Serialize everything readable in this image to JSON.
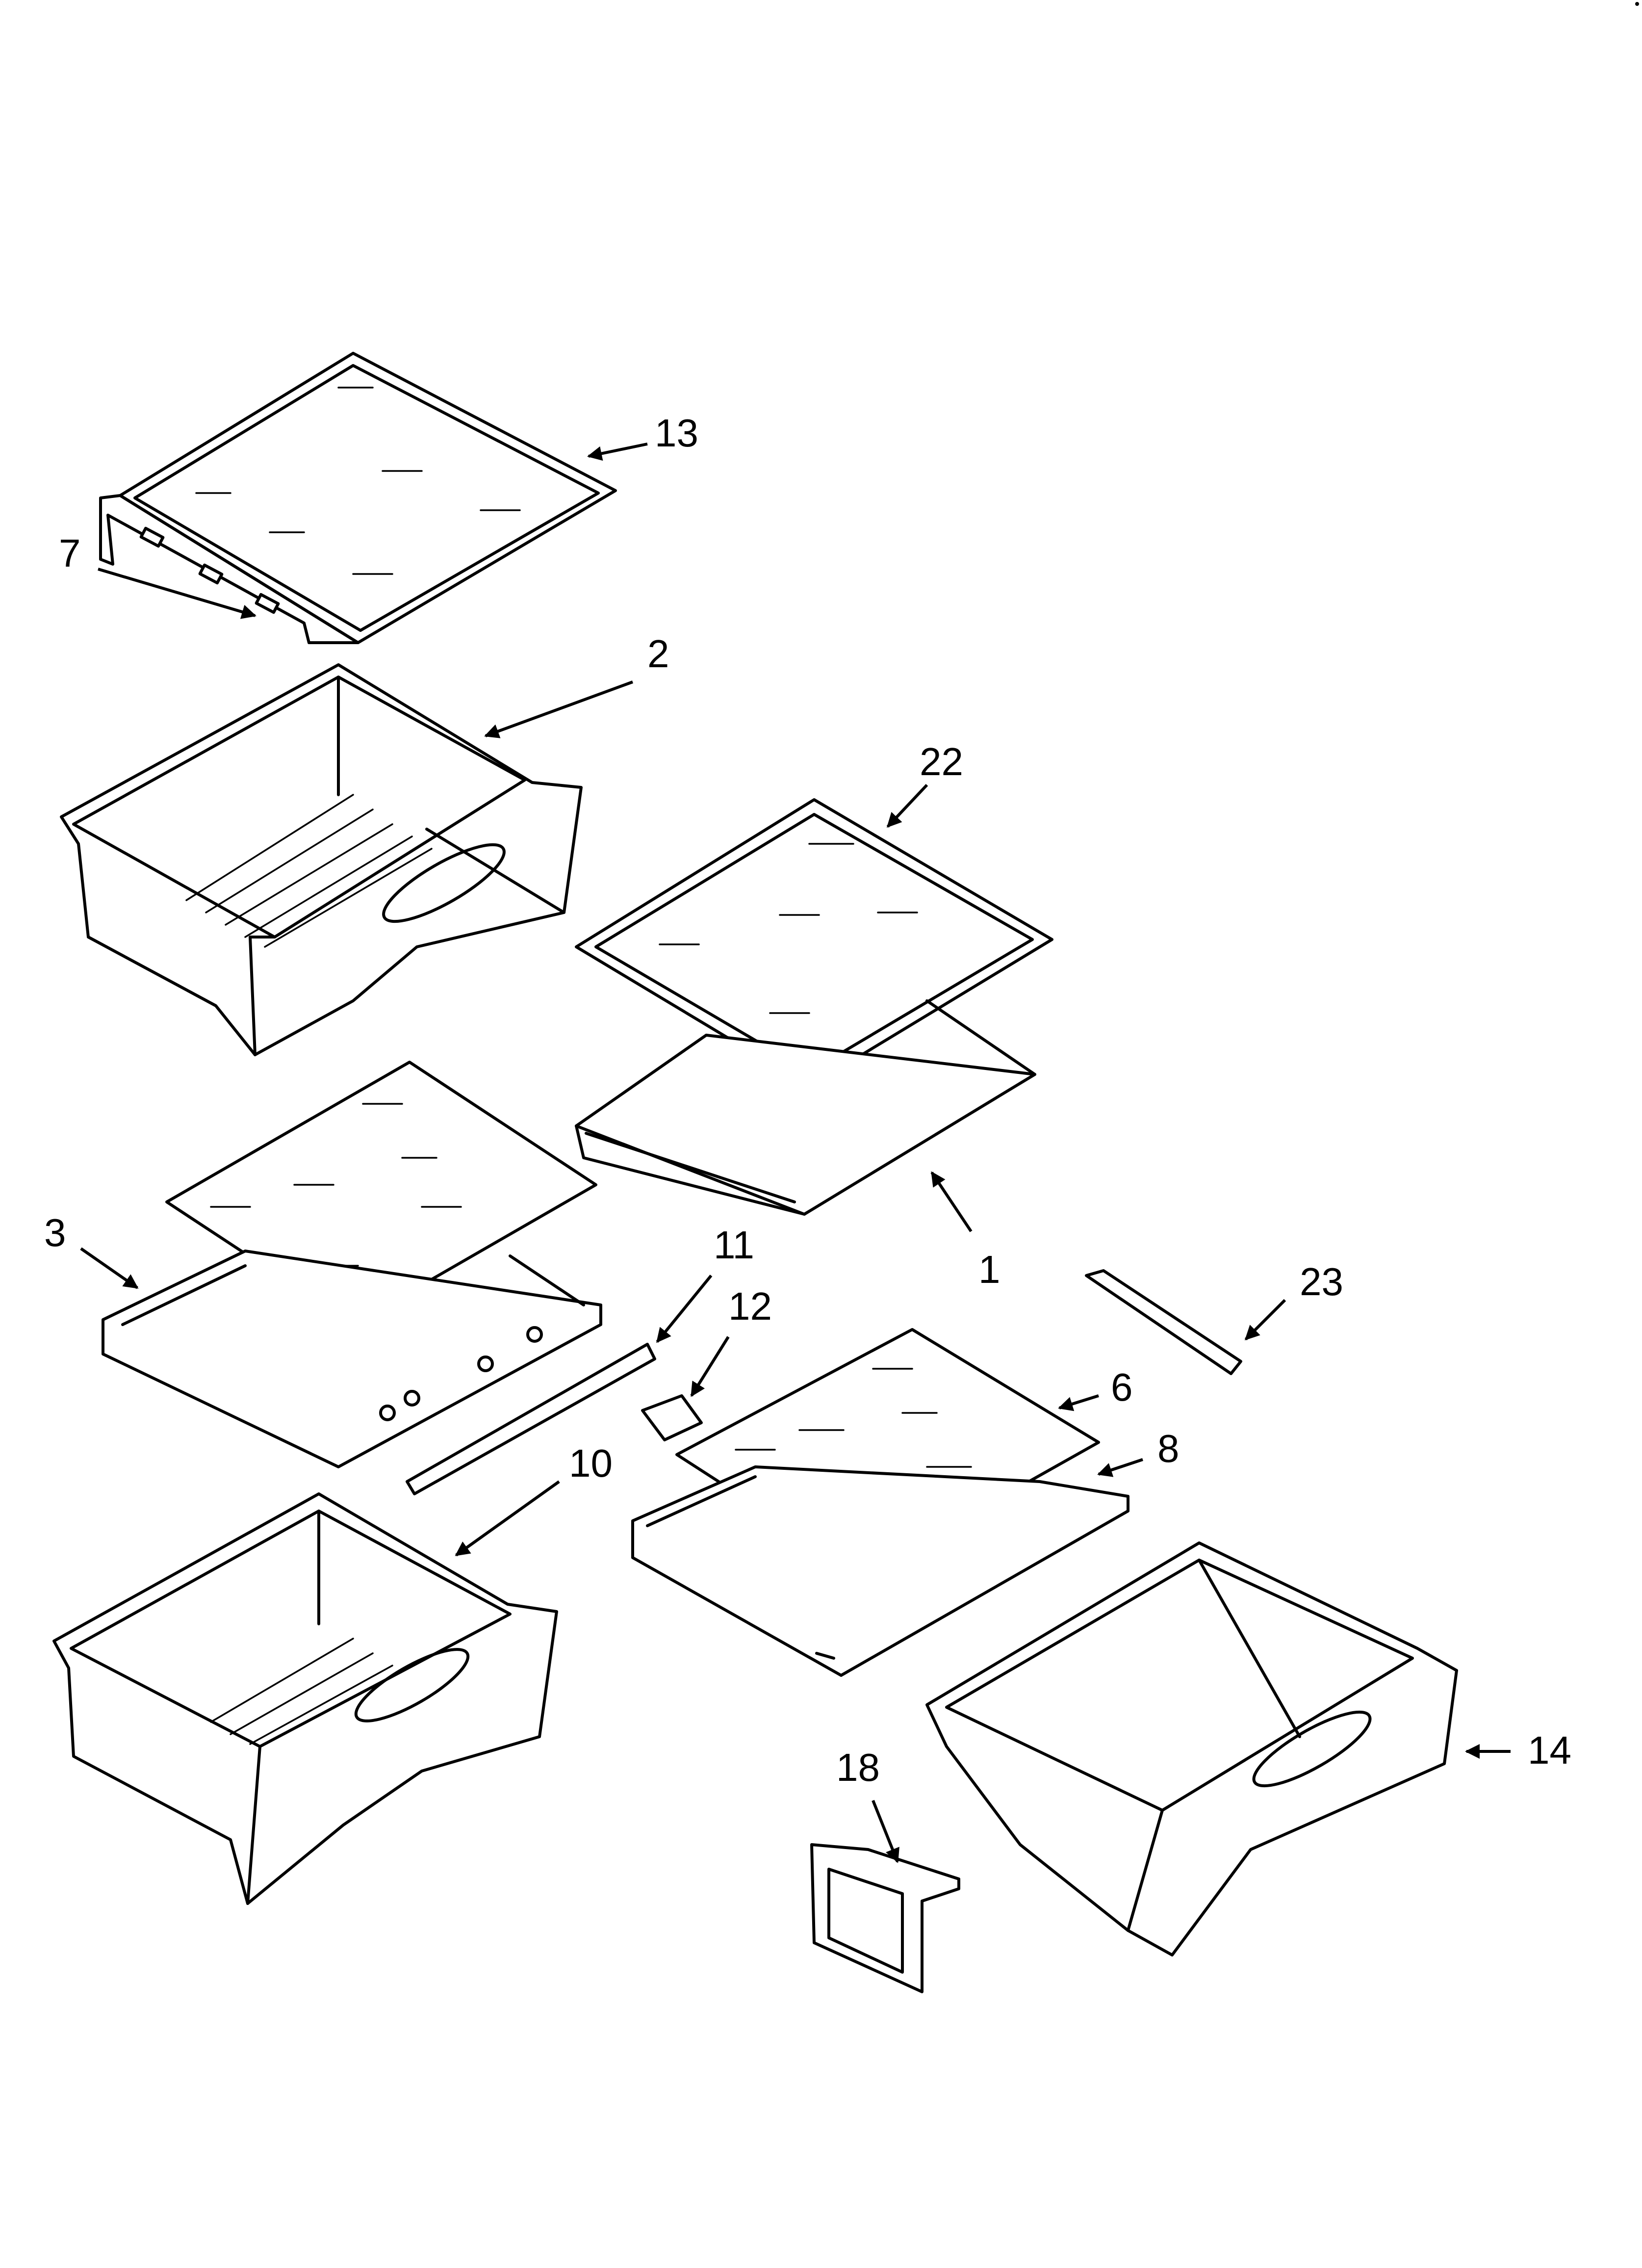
{
  "callouts": {
    "c13": "13",
    "c2": "2",
    "c22": "22",
    "c7": "7",
    "c3": "3",
    "c1": "1",
    "c11": "11",
    "c12": "12",
    "c23": "23",
    "c6": "6",
    "c8": "8",
    "c10": "10",
    "c14": "14",
    "c18": "18"
  }
}
